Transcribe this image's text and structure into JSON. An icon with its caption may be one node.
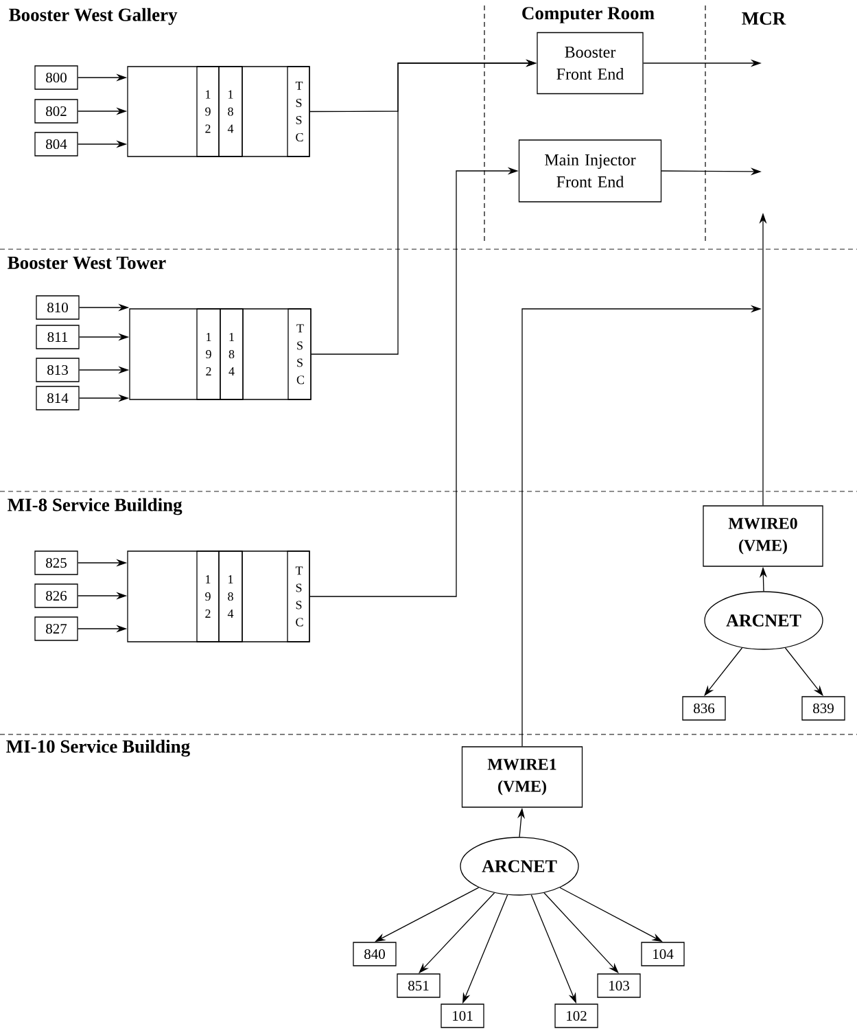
{
  "diagram": {
    "nodes": [
      {
        "text": [
          "800"
        ]
      },
      {
        "text": [
          "802"
        ]
      },
      {
        "text": [
          "804"
        ]
      },
      {
        "text": [],
        "shape": "box"
      },
      {
        "text": [
          "1 9 2"
        ],
        "in": 3
      },
      {
        "text": [
          "1 8 4"
        ],
        "in": 3
      },
      {
        "text": [
          "T S S C"
        ],
        "in": 3
      },
      {
        "text": [
          "810"
        ]
      },
      {
        "text": [
          "811"
        ]
      },
      {
        "text": [
          "813"
        ]
      },
      {
        "text": [
          "814"
        ]
      },
      {
        "text": [],
        "shape": "box"
      },
      {
        "text": [
          "1 9 2"
        ],
        "in": 11
      },
      {
        "text": [
          "1 8 4"
        ],
        "in": 11
      },
      {
        "text": [
          "T S S C"
        ],
        "in": 11
      },
      {
        "text": [
          "825"
        ]
      },
      {
        "text": [
          "826"
        ]
      },
      {
        "text": [
          "827"
        ]
      },
      {
        "text": [],
        "shape": "box"
      },
      {
        "text": [
          "1 9 2"
        ],
        "in": 18
      },
      {
        "text": [
          "1 8 4"
        ],
        "in": 18
      },
      {
        "text": [
          "T S S C"
        ],
        "in": 18
      },
      {
        "text": [
          "Booster Front End"
        ]
      },
      {
        "text": [
          "Main Injector Front End"
        ]
      },
      {
        "text": [
          "MWIRE0 (VME)"
        ]
      },
      {
        "text": [
          "ARCNET"
        ]
      },
      {
        "text": [
          "836"
        ]
      },
      {
        "text": [
          "839"
        ]
      },
      {
        "text": [
          "MWIRE1 (VME)"
        ]
      },
      {
        "text": [
          "ARCNET"
        ]
      },
      {
        "text": [
          "840"
        ]
      },
      {
        "text": [
          "851"
        ]
      },
      {
        "text": [
          "101"
        ]
      },
      {
        "text": [
          "102"
        ]
      },
      {
        "text": [
          "103"
        ]
      },
      {
        "text": [
          "104"
        ]
      }
    ],
    "edges": [
      {
        "from": 0,
        "to": 3,
        "arrow": "to"
      },
      {
        "from": 1,
        "to": 3,
        "arrow": "to"
      },
      {
        "from": 2,
        "to": 3,
        "arrow": "to"
      },
      {
        "from": 7,
        "to": 11,
        "arrow": "to"
      },
      {
        "from": 8,
        "to": 11,
        "arrow": "to"
      },
      {
        "from": 9,
        "to": 11,
        "arrow": "to"
      },
      {
        "from": 10,
        "to": 11,
        "arrow": "to"
      },
      {
        "from": 15,
        "to": 18,
        "arrow": "to"
      },
      {
        "from": 16,
        "to": 18,
        "arrow": "to"
      },
      {
        "from": 17,
        "to": 18,
        "arrow": "to"
      },
      {
        "from": 3,
        "to": 22,
        "arrow": "to"
      },
      {
        "from": 11,
        "to": 22,
        "arrow": "to"
      },
      {
        "from": 18,
        "to": 23,
        "arrow": "to"
      },
      {
        "from": 22,
        "to": null,
        "arrow": "to"
      },
      {
        "from": 23,
        "to": null,
        "arrow": "to"
      },
      {
        "from": 28,
        "to": null,
        "arrow": "to"
      },
      {
        "from": 24,
        "to": null,
        "arrow": "to"
      },
      {
        "from": 25,
        "to": 24,
        "arrow": "to"
      },
      {
        "from": 25,
        "to": 26,
        "arrow": "to"
      },
      {
        "from": 25,
        "to": 27,
        "arrow": "to"
      },
      {
        "from": 29,
        "to": 28,
        "arrow": "to"
      },
      {
        "from": 29,
        "to": 30,
        "arrow": "to"
      },
      {
        "from": 29,
        "to": 31,
        "arrow": "to"
      },
      {
        "from": 29,
        "to": 32,
        "arrow": "to"
      },
      {
        "from": 29,
        "to": 33,
        "arrow": "to"
      },
      {
        "from": 29,
        "to": 34,
        "arrow": "to"
      },
      {
        "from": 29,
        "to": 35,
        "arrow": "to"
      }
    ],
    "labels": [
      "Booster West Gallery",
      "Computer Room",
      "MCR",
      "Booster West Tower",
      "MI-8 Service Building",
      "MI-10 Service Building"
    ]
  }
}
